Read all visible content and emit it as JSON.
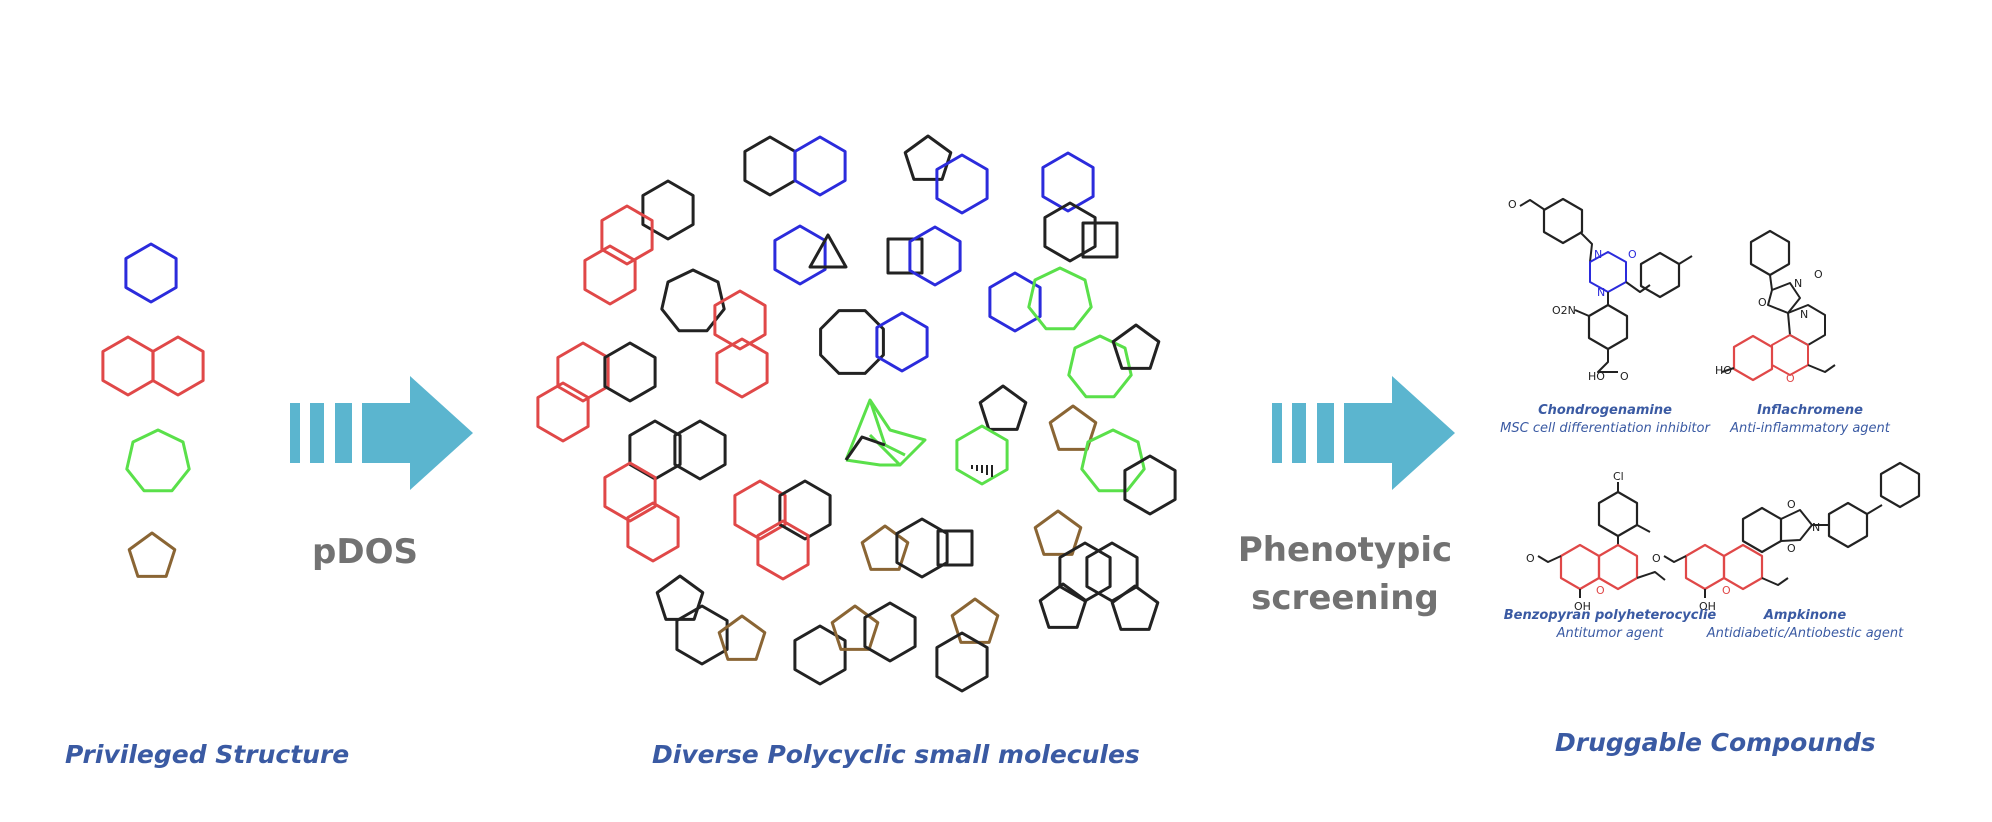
{
  "captions": {
    "left": "Privileged Structure",
    "middle": "Diverse Polycyclic small molecules",
    "right": "Druggable Compounds"
  },
  "steps": {
    "first": "pDOS",
    "second_line1": "Phenotypic",
    "second_line2": "screening"
  },
  "compounds": [
    {
      "name": "Chondrogenamine",
      "activity": "MSC cell differentiation inhibitor"
    },
    {
      "name": "Inflachromene",
      "activity": "Anti-inflammatory agent"
    },
    {
      "name": "Benzopyran polyheterocyclie",
      "activity": "Antitumor agent"
    },
    {
      "name": "Ampkinone",
      "activity": "Antidiabetic/Antiobestic agent"
    }
  ],
  "atom_labels": [
    "O",
    "N",
    "O",
    "N",
    "O2N",
    "HO",
    "O",
    "N",
    "N",
    "O",
    "O",
    "HO",
    "O",
    "Cl",
    "O",
    "O",
    "OH",
    "O",
    "N",
    "O",
    "O",
    "O",
    "OH"
  ],
  "colors": {
    "caption": "#3a5aa3",
    "arrow": "#5bb5cf",
    "step_text": "#727272",
    "ring_blue": "#2b2bdc",
    "ring_red": "#e04848",
    "ring_green": "#5ae04a",
    "ring_brown": "#8a6534",
    "ring_black": "#222222"
  }
}
